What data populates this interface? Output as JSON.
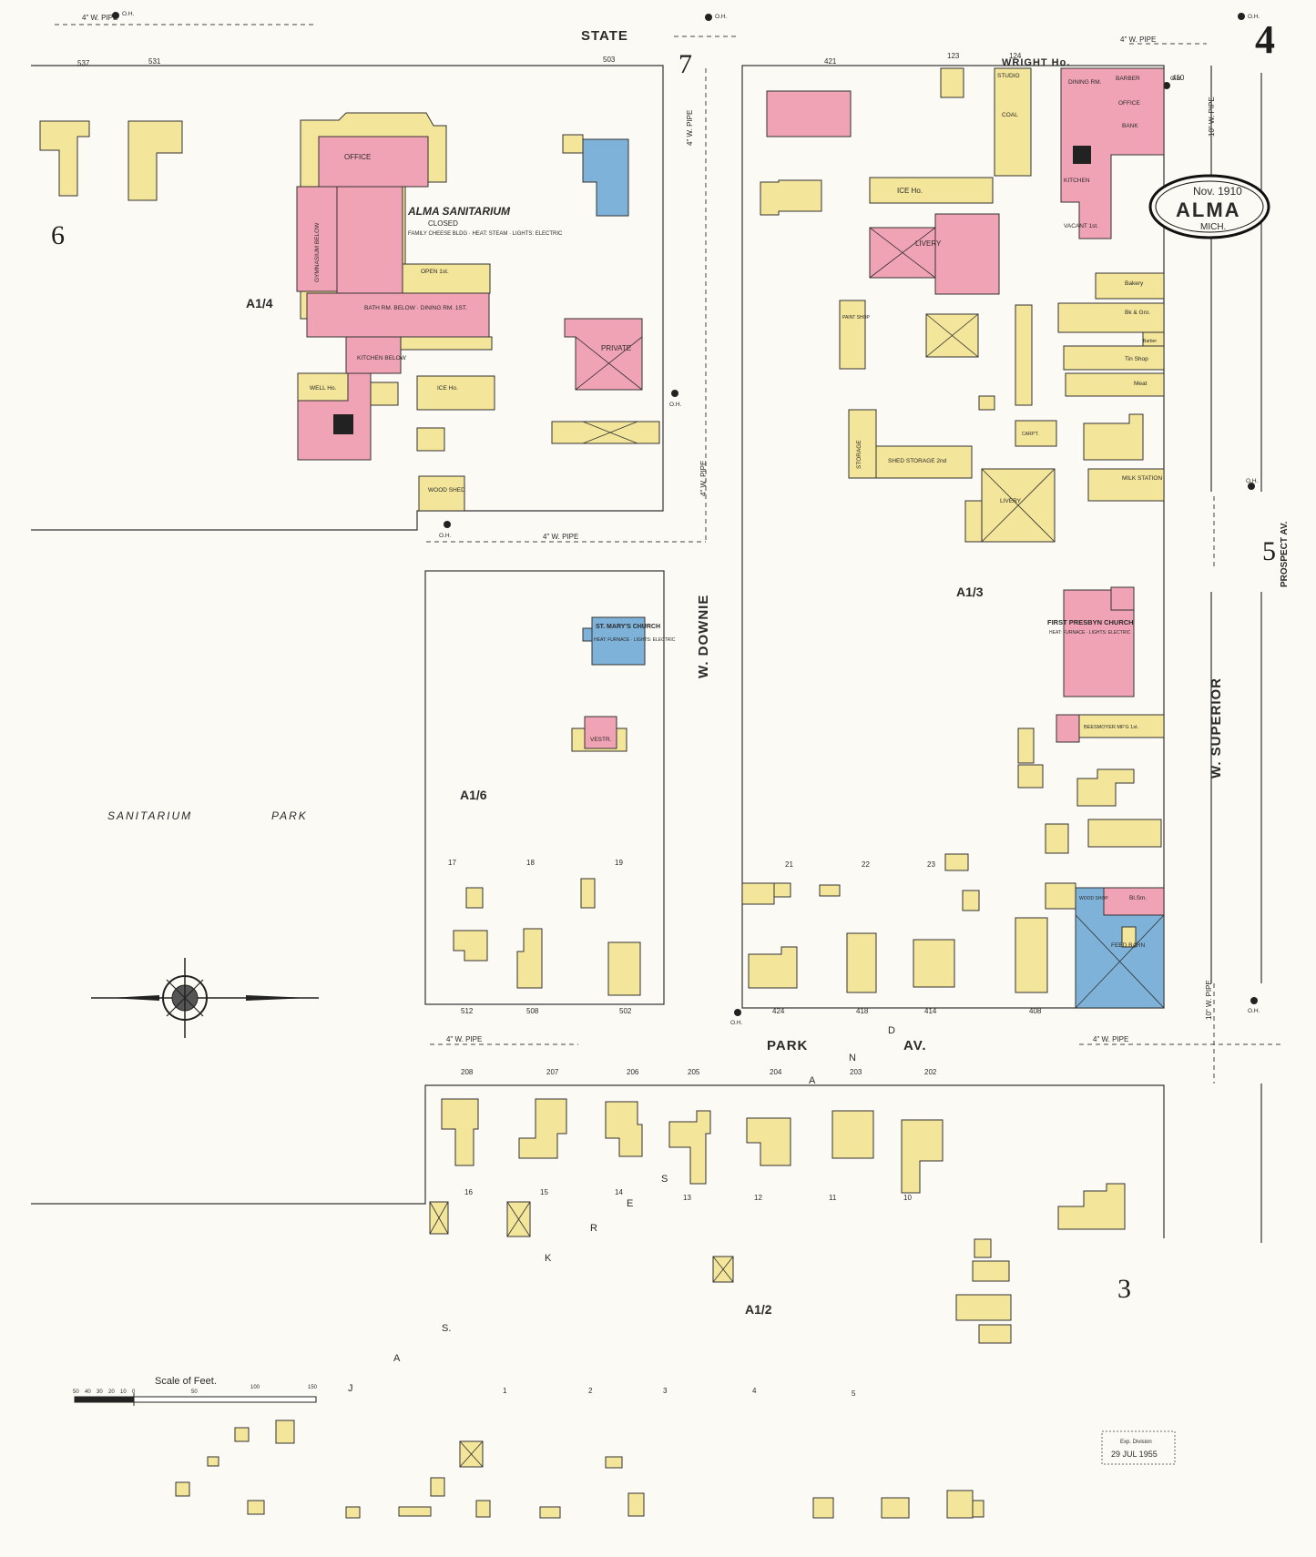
{
  "sheet": {
    "number": "4",
    "date_stamp": {
      "line1": "Nov. 1910",
      "line2": "ALMA",
      "line3": "MICH."
    },
    "adjacent_sheets": {
      "left": "6",
      "top": "7",
      "right": "5",
      "bottom": "3"
    },
    "scale_label": "Scale of Feet.",
    "scale_ticks": [
      "50",
      "40",
      "30",
      "20",
      "10",
      "0",
      "50",
      "100",
      "150"
    ],
    "library_stamp": {
      "line1": "Exp. Division",
      "line2": "29 JUL 1955"
    }
  },
  "streets": {
    "state": "STATE",
    "w_downie": "W. DOWNIE",
    "w_superior": "W. SUPERIOR",
    "park_av_1": "PARK",
    "park_av_2": "AV.",
    "prospect": "PROSPECT AV.",
    "jas_kress_and": "JAS. KRESS AND",
    "wright_ho": "WRIGHT Ho."
  },
  "blocks": {
    "a14": "A1/4",
    "a13": "A1/3",
    "a16": "A1/6",
    "a12": "A1/2"
  },
  "places": {
    "sanitarium": "ALMA SANITARIUM",
    "sanitarium_closed": "CLOSED",
    "sanitarium_note": "FAMILY CHEESE BLDG · HEAT: STEAM · LIGHTS: ELECTRIC",
    "office": "OFFICE",
    "gymnasium": "GYMNASIUM BELOW",
    "bath": "BATH RM. BELOW · DINING RM. 1ST.",
    "open": "OPEN 1st.",
    "ice_ho_1": "ICE Ho.",
    "well_ho": "WELL Ho.",
    "kitchen": "KITCHEN BELOW",
    "wood_shed": "WOOD SHED",
    "private": "PRIVATE",
    "sanitarium_park_1": "SANITARIUM",
    "sanitarium_park_2": "PARK",
    "st_marys": "ST. MARY'S CHURCH",
    "st_marys_note": "HEAT: FURNACE · LIGHTS: ELECTRIC",
    "vestr": "VESTR.",
    "livery_1": "LIVERY",
    "livery_2": "LIVERY",
    "ice_ho_2": "ICE Ho.",
    "studio": "STUDIO",
    "coal": "COAL",
    "dining_rm": "DINING RM.",
    "barber": "BARBER",
    "office_2": "OFFICE",
    "bank": "BANK",
    "kitchen_2": "KITCHEN",
    "vacant": "VACANT 1st.",
    "bakery": "Bakery",
    "bk_gro": "Bk & Gro.",
    "barber_2": "Barber",
    "tin_shop": "Tin Shop",
    "meat": "Meat",
    "milk_station": "MILK STATION",
    "storage": "STORAGE",
    "shed_storage": "SHED STORAGE 2nd",
    "paint_shop": "PAINT SHOP",
    "first_presbyn": "FIRST PRESBYN CHURCH",
    "presbyn_note": "HEAT: FURNACE · LIGHTS: ELECTRIC",
    "beesmoyer": "BEESMOYER MF'G 1st.",
    "feed_barn": "FEED BARN",
    "wood_shop": "WOOD SHOP",
    "bl_sm": "Bl.Sm.",
    "carpt": "CARP'T."
  },
  "house_numbers": {
    "state_row": [
      "537",
      "531",
      "503",
      "421",
      "123",
      "124",
      "410"
    ],
    "park_row_north": [
      "512",
      "508",
      "502",
      "424",
      "418",
      "414",
      "408"
    ],
    "park_row_south": [
      "208",
      "207",
      "206",
      "205",
      "204",
      "203",
      "202"
    ],
    "lot_numbers_a16": [
      "17",
      "18",
      "19"
    ],
    "lot_numbers_a13": [
      "21",
      "22",
      "23"
    ],
    "lot_numbers_a12": [
      "16",
      "15",
      "14",
      "13",
      "12",
      "11",
      "10"
    ],
    "lot_numbers_bottom": [
      "1",
      "2",
      "3",
      "4",
      "5"
    ]
  },
  "pipes": {
    "state": "4\" W. PIPE",
    "downie": "4\" W. PIPE",
    "park": "4\" W. PIPE",
    "superior": "10\" W. PIPE",
    "park_east": "4\" W. PIPE"
  },
  "hydrant_label": "O.H.",
  "colors": {
    "frame": "#f3e59a",
    "brick": "#f0a3b4",
    "stone": "#7eb2d8",
    "paper": "#fbfaf4"
  }
}
